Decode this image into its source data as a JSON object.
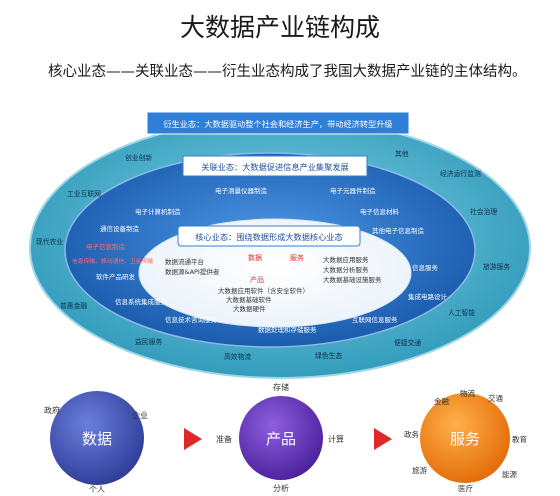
{
  "title": "大数据产业链构成",
  "description": "核心业态——关联业态——衍生业态构成了我国大数据产业链的主体结构。",
  "derived_layer": {
    "banner": "衍生业态：大数据驱动整个社会和经济生产，带动经济转型升级",
    "items": [
      "创业创新",
      "工业互联网",
      "现代农业",
      "普惠金融",
      "益民服务",
      "高效物流",
      "绿色生态",
      "便捷交通",
      "人工智能",
      "社会治理",
      "经济运行监测",
      "其他",
      "旅游服务"
    ]
  },
  "related_layer": {
    "banner": "关联业态：大数据促进信息产业集聚发展",
    "items": [
      "电子测量仪器制造",
      "电子元器件制造",
      "电子计算机制造",
      "电子信息材料",
      "通信设备制造",
      "其他电子信息制造",
      "电子信息制造",
      "软件产品研发",
      "信息系统集成服务",
      "集成电路设计",
      "信息技术咨询服务",
      "互联网信息服务",
      "数据处理和存储服务",
      "信息传输、移动通信、卫星传输",
      "信息服务"
    ]
  },
  "core_layer": {
    "banner": "核心业态：围绕数据形成大数据核心业态",
    "col_headers": [
      "数据",
      "服务"
    ],
    "data_items": [
      "数据流通平台",
      "数据源&API提供者"
    ],
    "service_items": [
      "大数据应用服务",
      "大数据分析服务",
      "大数据基础设施服务"
    ],
    "product_header": "产品",
    "product_items": [
      "大数据应用软件（含安全软件）",
      "大数据基础软件",
      "大数据硬件"
    ]
  },
  "cycle": {
    "data_circle": {
      "label": "数据",
      "top": [],
      "left": [
        "政府"
      ],
      "right": [
        "企业"
      ],
      "bottom": [
        "个人"
      ]
    },
    "product_circle": {
      "label": "产品",
      "top": "存储",
      "left": "准备",
      "right": "计算",
      "bottom": "分析"
    },
    "service_circle": {
      "label": "服务",
      "arc": [
        "金融",
        "物流",
        "交通",
        "政务",
        "教育",
        "旅游",
        "医疗",
        "能源"
      ]
    }
  },
  "colors": {
    "outer": "#34a3bf",
    "middle": "#1f6cc0",
    "core": "#ffffff",
    "banner_derived": "#2f7fd6",
    "banner_core": "#ffffff",
    "arrow": "#e0282a",
    "data_circle": "#4054b4",
    "product_circle": "#5e2fb3",
    "service_circle": "#f07c12"
  }
}
